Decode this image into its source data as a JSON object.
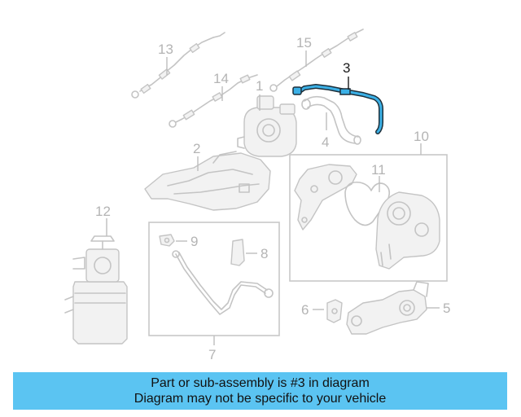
{
  "diagram": {
    "highlight_color": "#3bb0e6",
    "callouts": {
      "c1": "1",
      "c2": "2",
      "c3": "3",
      "c4": "4",
      "c5": "5",
      "c6": "6",
      "c7": "7",
      "c8": "8",
      "c9": "9",
      "c10": "10",
      "c11": "11",
      "c12": "12",
      "c13": "13",
      "c14": "14",
      "c15": "15"
    },
    "highlighted_part": "3"
  },
  "banner": {
    "line1": "Part or sub-assembly is #3 in diagram",
    "line2": "Diagram may not be specific to your vehicle",
    "background": "#5bc4f2"
  }
}
